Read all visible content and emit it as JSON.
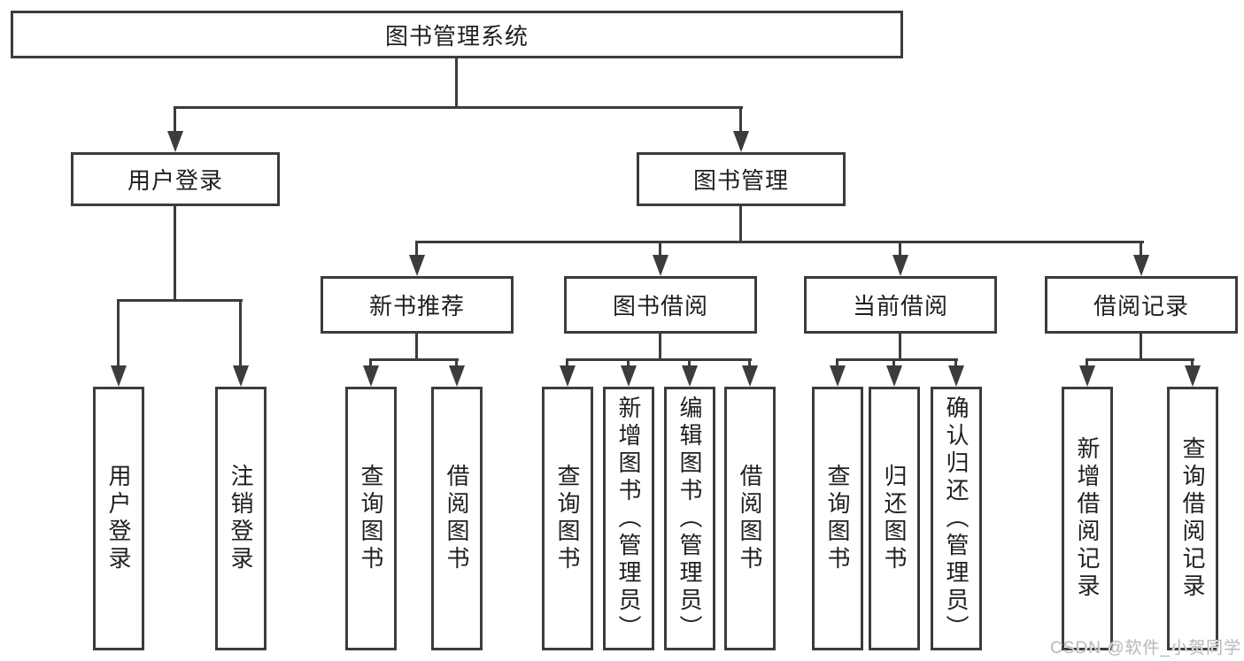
{
  "diagram": {
    "root": {
      "label": "图书管理系统"
    },
    "level2_nodes": [
      {
        "label": "用户登录"
      },
      {
        "label": "图书管理"
      }
    ],
    "level3_nodes": [
      {
        "label": "新书推荐"
      },
      {
        "label": "图书借阅"
      },
      {
        "label": "当前借阅"
      },
      {
        "label": "借阅记录"
      }
    ],
    "leaf_groups": [
      {
        "parent": "用户登录",
        "leaves": [
          {
            "label": "用户登录"
          },
          {
            "label": "注销登录"
          }
        ]
      },
      {
        "parent": "新书推荐",
        "leaves": [
          {
            "label": "查询图书"
          },
          {
            "label": "借阅图书"
          }
        ]
      },
      {
        "parent": "图书借阅",
        "leaves": [
          {
            "label": "查询图书"
          },
          {
            "label": "新增图书（管理员）"
          },
          {
            "label": "编辑图书（管理员）"
          },
          {
            "label": "借阅图书"
          }
        ]
      },
      {
        "parent": "当前借阅",
        "leaves": [
          {
            "label": "查询图书"
          },
          {
            "label": "归还图书"
          },
          {
            "label": "确认归还（管理员）"
          }
        ]
      },
      {
        "parent": "借阅记录",
        "leaves": [
          {
            "label": "新增借阅记录"
          },
          {
            "label": "查询借阅记录"
          }
        ]
      }
    ]
  },
  "watermark": {
    "text": "CSDN @软件_小贺同学"
  },
  "colors": {
    "line": "#3c3c3c",
    "text": "#1f1f1f",
    "background": "#ffffff",
    "watermark_text": "#b9bcc2"
  }
}
